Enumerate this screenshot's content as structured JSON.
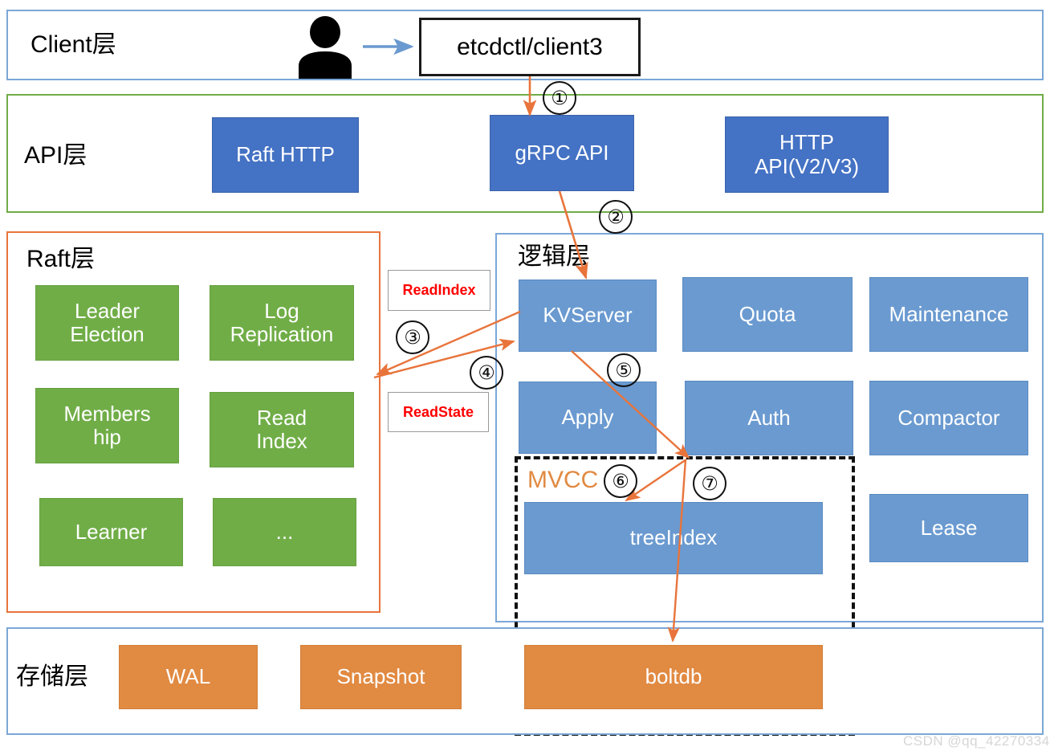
{
  "diagram": {
    "title": "etcd architecture layers",
    "watermark": "CSDN @qq_42270334",
    "colors": {
      "client_layer_border": "#7BA7D7",
      "api_layer_border": "#70AD47",
      "raft_layer_border": "#E8743B",
      "logic_layer_border": "#7BA7D7",
      "storage_layer_border": "#7BA7D7",
      "api_box": "#4472C4",
      "logic_box": "#6A9AD0",
      "raft_box": "#70AD47",
      "storage_box": "#E18A42",
      "arrow": "#E8743B",
      "client_arrow": "#6A9AD0",
      "tag_text": "#FF0000",
      "mvcc_text": "#E18A42"
    }
  },
  "layers": {
    "client": {
      "title": "Client层",
      "client_box": "etcdctl/client3",
      "actor_icon": "person-icon"
    },
    "api": {
      "title": "API层",
      "boxes": [
        {
          "label": "Raft HTTP"
        },
        {
          "label": "gRPC API"
        },
        {
          "label": "HTTP\nAPI(V2/V3)"
        }
      ]
    },
    "raft": {
      "title": "Raft层",
      "boxes": [
        {
          "label": "Leader\nElection"
        },
        {
          "label": "Log\nReplication"
        },
        {
          "label": "Members\nhip"
        },
        {
          "label": "Read\nIndex"
        },
        {
          "label": "Learner"
        },
        {
          "label": "..."
        }
      ]
    },
    "logic": {
      "title": "逻辑层",
      "boxes": [
        {
          "label": "KVServer"
        },
        {
          "label": "Quota"
        },
        {
          "label": "Maintenance"
        },
        {
          "label": "Apply"
        },
        {
          "label": "Auth"
        },
        {
          "label": "Compactor"
        },
        {
          "label": "treeIndex"
        },
        {
          "label": "Lease"
        }
      ]
    },
    "storage": {
      "title": "存储层",
      "boxes": [
        {
          "label": "WAL"
        },
        {
          "label": "Snapshot"
        },
        {
          "label": "boltdb"
        }
      ]
    }
  },
  "mvcc": {
    "label": "MVCC"
  },
  "tags": [
    {
      "label": "ReadIndex"
    },
    {
      "label": "ReadState"
    }
  ],
  "steps": [
    {
      "number": "①"
    },
    {
      "number": "②"
    },
    {
      "number": "③"
    },
    {
      "number": "④"
    },
    {
      "number": "⑤"
    },
    {
      "number": "⑥"
    },
    {
      "number": "⑦"
    }
  ]
}
